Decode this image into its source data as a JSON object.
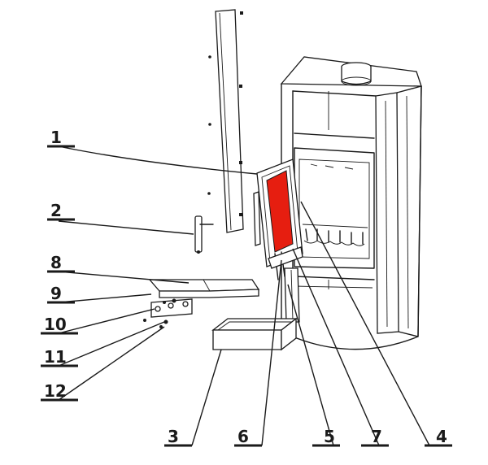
{
  "highlight_color": "#e61e10",
  "line_color": "#1a1a1a",
  "labels": {
    "l1": "1",
    "l2": "2",
    "l3": "3",
    "l4": "4",
    "l5": "5",
    "l6": "6",
    "l7": "7",
    "l8": "8",
    "l9": "9",
    "l10": "10",
    "l11": "11",
    "l12": "12"
  }
}
